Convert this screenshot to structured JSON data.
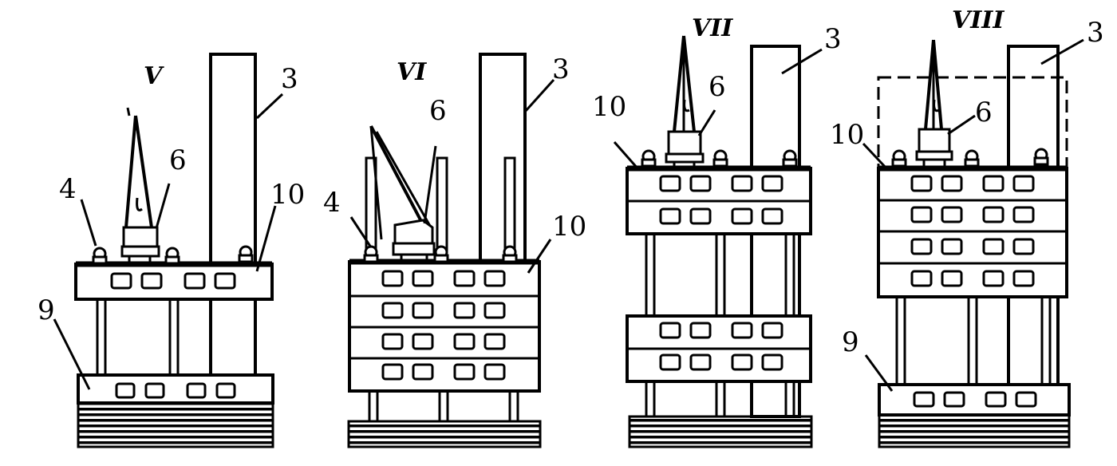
{
  "figure": {
    "stages": [
      {
        "numeral": "V",
        "labels": {
          "shaft": "3",
          "jack": "4",
          "crane": "6",
          "top_block": "10",
          "bottom_block": "9"
        }
      },
      {
        "numeral": "VI",
        "labels": {
          "shaft": "3",
          "jack": "4",
          "crane": "6",
          "top_block": "10"
        }
      },
      {
        "numeral": "VII",
        "labels": {
          "shaft": "3",
          "crane": "6",
          "top_block": "10"
        }
      },
      {
        "numeral": "VIII",
        "labels": {
          "shaft": "3",
          "crane": "6",
          "top_block": "10",
          "bottom_block": "9"
        }
      }
    ]
  }
}
